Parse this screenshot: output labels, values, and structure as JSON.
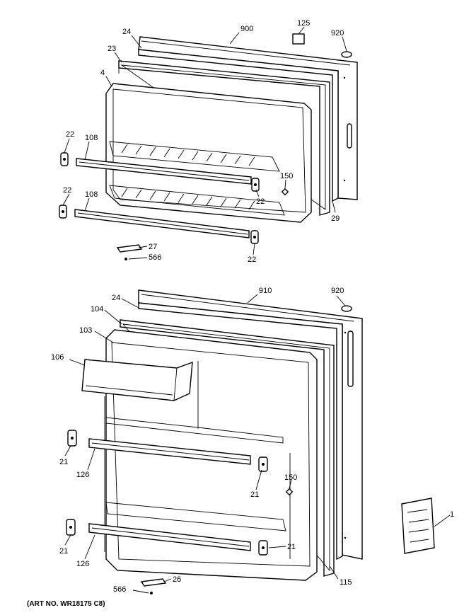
{
  "figure": {
    "caption": "(ART NO. WR18175 C8)",
    "top_assembly": {
      "callouts": [
        "900",
        "125",
        "920",
        "24",
        "23",
        "4",
        "22",
        "108",
        "22",
        "108",
        "150",
        "22",
        "29",
        "27",
        "566",
        "22"
      ]
    },
    "bottom_assembly": {
      "callouts": [
        "910",
        "920",
        "24",
        "104",
        "103",
        "106",
        "21",
        "126",
        "21",
        "150",
        "21",
        "126",
        "21",
        "26",
        "566",
        "115",
        "1"
      ]
    }
  }
}
